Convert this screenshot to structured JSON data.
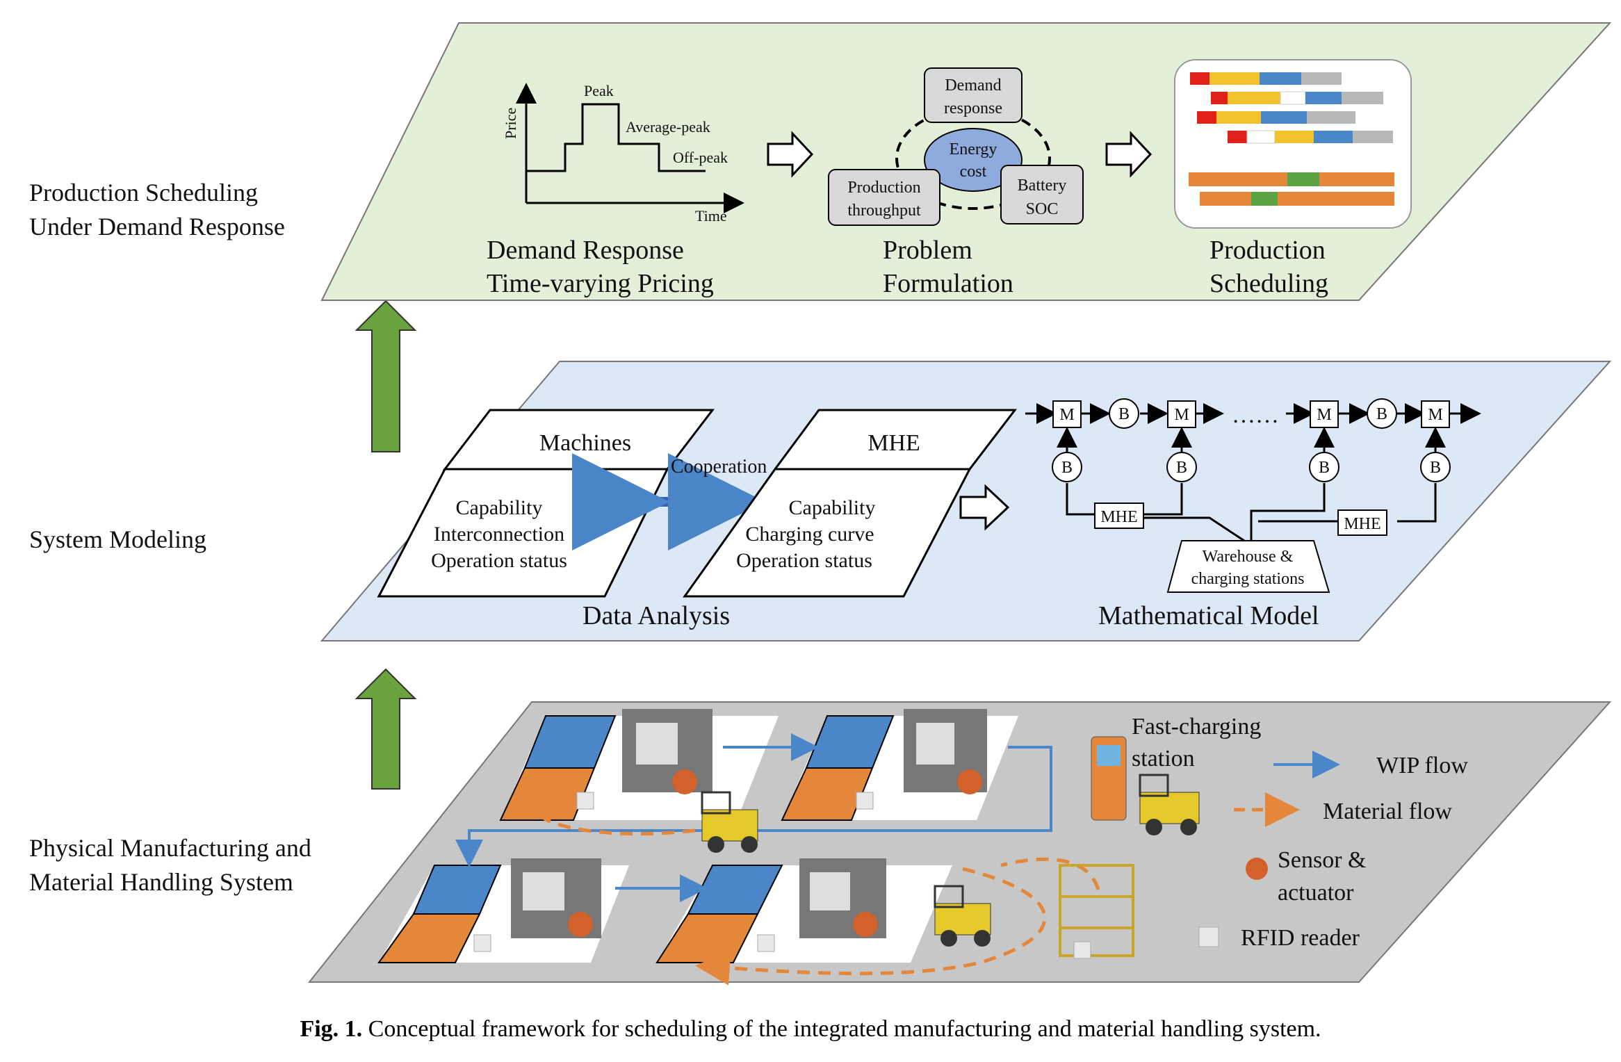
{
  "layers": [
    {
      "label_lines": [
        "Production Scheduling",
        "Under Demand Response"
      ]
    },
    {
      "label_lines": [
        "System Modeling"
      ]
    },
    {
      "label_lines": [
        "Physical Manufacturing and",
        "Material Handling System"
      ]
    }
  ],
  "top": {
    "pricing": {
      "axis_y": "Price",
      "axis_x": "Time",
      "peak": "Peak",
      "avg": "Average-peak",
      "off": "Off-peak",
      "caption1": "Demand Response",
      "caption2": "Time-varying Pricing"
    },
    "problem": {
      "demand1": "Demand",
      "demand2": "response",
      "energy1": "Energy",
      "energy2": "cost",
      "prod1": "Production",
      "prod2": "throughput",
      "batt1": "Battery",
      "batt2": "SOC",
      "caption1": "Problem",
      "caption2": "Formulation"
    },
    "schedule": {
      "caption1": "Production",
      "caption2": "Scheduling"
    }
  },
  "middle": {
    "machines": "Machines",
    "machines_l1": "Capability",
    "machines_l2": "Interconnection",
    "machines_l3": "Operation status",
    "cooperation": "Cooperation",
    "mhe": "MHE",
    "mhe_l1": "Capability",
    "mhe_l2": "Charging curve",
    "mhe_l3": "Operation status",
    "data_analysis": "Data Analysis",
    "math_model": "Mathematical Model",
    "m": "M",
    "b": "B",
    "dots": "……",
    "mhe_box": "MHE",
    "wh1": "Warehouse &",
    "wh2": "charging stations"
  },
  "bottom": {
    "fast1": "Fast-charging",
    "fast2": "station",
    "wip": "WIP flow",
    "material": "Material flow",
    "sensor1": "Sensor &",
    "sensor2": "actuator",
    "rfid": "RFID reader"
  },
  "caption": {
    "fig": "Fig. 1.",
    "text": "Conceptual framework for scheduling of the integrated manufacturing and material handling system."
  },
  "colors": {
    "top_layer": "#e3efd8",
    "mid_layer": "#dce8f6",
    "bot_layer": "#c7c7c7",
    "arrow_green": "#6aa23e",
    "blue": "#4a86c8",
    "orange": "#e4873b"
  }
}
